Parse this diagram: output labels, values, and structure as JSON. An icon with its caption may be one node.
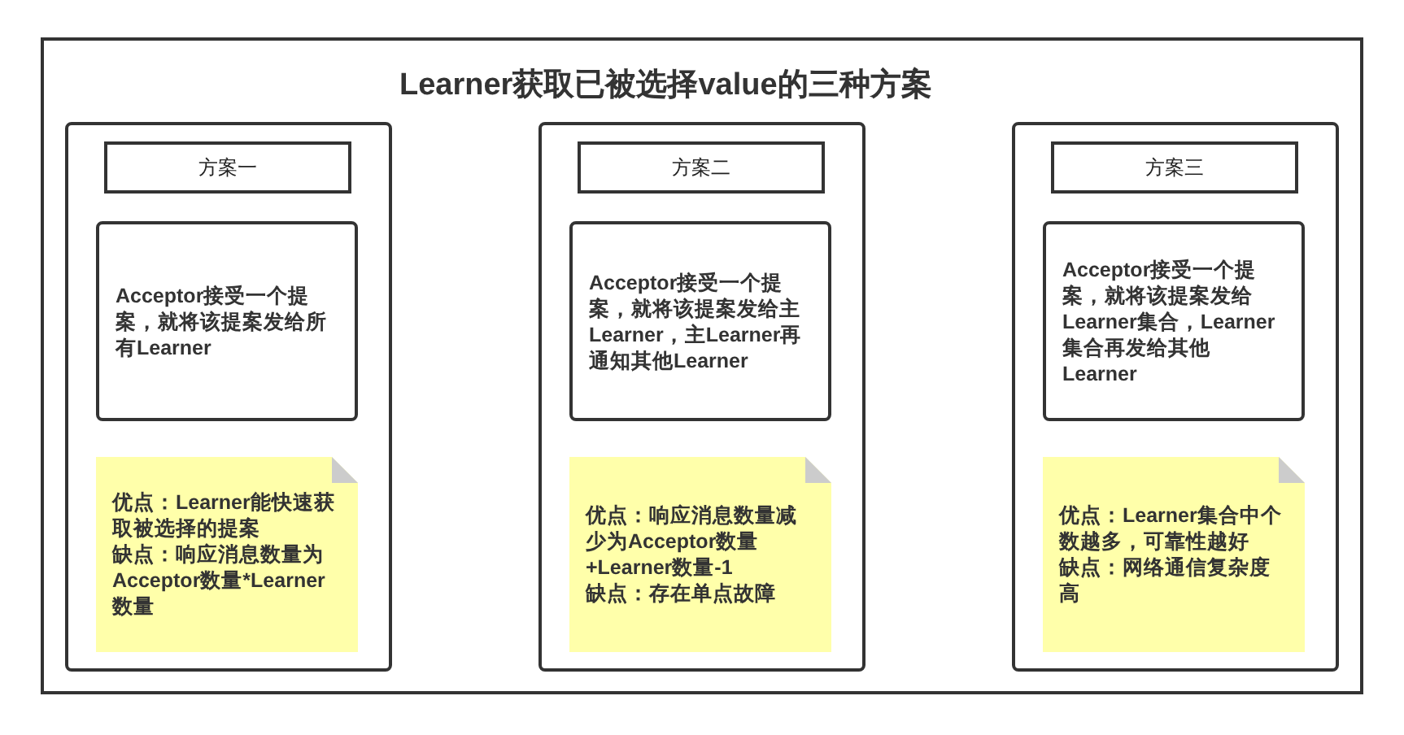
{
  "diagram": {
    "title": "Learner获取已被选择value的三种方案",
    "nodes": [
      {
        "text": [],
        "shape": "box"
      },
      {
        "text": [],
        "shape": "box",
        "in": 0
      },
      {
        "text": [
          "方案一"
        ],
        "in": 1
      },
      {
        "text": [
          "Acceptor接受一个提案，就将该提案发给所有Learner"
        ],
        "in": 1
      },
      {
        "text": [
          "优点：Learner能快速获取被选择的提案",
          "缺点：响应消息数量为Acceptor数量*Learner数量"
        ],
        "in": 1
      },
      {
        "text": [],
        "shape": "box",
        "in": 0
      },
      {
        "text": [
          "方案二"
        ],
        "in": 5
      },
      {
        "text": [
          "Acceptor接受一个提案，就将该提案发给主Learner，主Learner再通知其他Learner"
        ],
        "in": 5
      },
      {
        "text": [
          "优点：响应消息数量减少为Acceptor数量+Learner数量-1",
          "缺点：存在单点故障"
        ],
        "in": 5
      },
      {
        "text": [],
        "shape": "box",
        "in": 0
      },
      {
        "text": [
          "方案三"
        ],
        "in": 9
      },
      {
        "text": [
          "Acceptor接受一个提案，就将该提案发给Learner集合，Learner集合再发给其他Learner"
        ],
        "in": 9
      },
      {
        "text": [
          "优点：Learner集合中个数越多，可靠性越好",
          "缺点：网络通信复杂度高"
        ],
        "in": 9
      }
    ]
  }
}
